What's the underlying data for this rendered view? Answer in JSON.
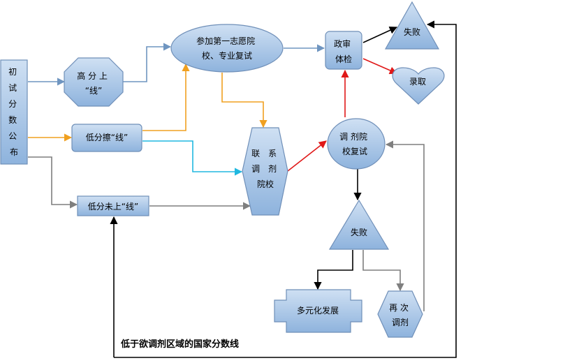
{
  "colors": {
    "node_fill_top": "#cfe0f3",
    "node_fill_bottom": "#8eb3dd",
    "node_stroke": "#6f8fb8",
    "arrow_blue": "#6f95c0",
    "arrow_orange": "#f0a020",
    "arrow_cyan": "#20b8e0",
    "arrow_gray": "#7f7f7f",
    "arrow_red": "#e01818",
    "arrow_black": "#000000"
  },
  "nodes": {
    "initial_scores": {
      "lines": [
        "初",
        "试",
        "分",
        "数",
        "公",
        "布"
      ]
    },
    "high_score": {
      "lines": [
        "高 分 上",
        "“线”"
      ]
    },
    "borderline_score": {
      "lines": [
        "低分擦“线”"
      ]
    },
    "below_line_score": {
      "lines": [
        "低分未上“线”"
      ]
    },
    "first_choice_retest": {
      "lines": [
        "参加第一志愿院",
        "校、专业复试"
      ]
    },
    "contact_transfer_school": {
      "lines": [
        "联　系",
        "调　剂",
        "院校"
      ]
    },
    "transfer_retest": {
      "lines": [
        "调 剂院",
        "校复试"
      ]
    },
    "political_check": {
      "lines": [
        "政审",
        "体检"
      ]
    },
    "fail_top": {
      "lines": [
        "失败"
      ]
    },
    "admitted": {
      "lines": [
        "录取"
      ]
    },
    "fail_bottom": {
      "lines": [
        "失败"
      ]
    },
    "diversified_development": {
      "lines": [
        "多元化发展"
      ]
    },
    "transfer_again": {
      "lines": [
        "再 次",
        "调剂"
      ]
    }
  },
  "annotation": "低于欲调剂区域的国家分数线"
}
